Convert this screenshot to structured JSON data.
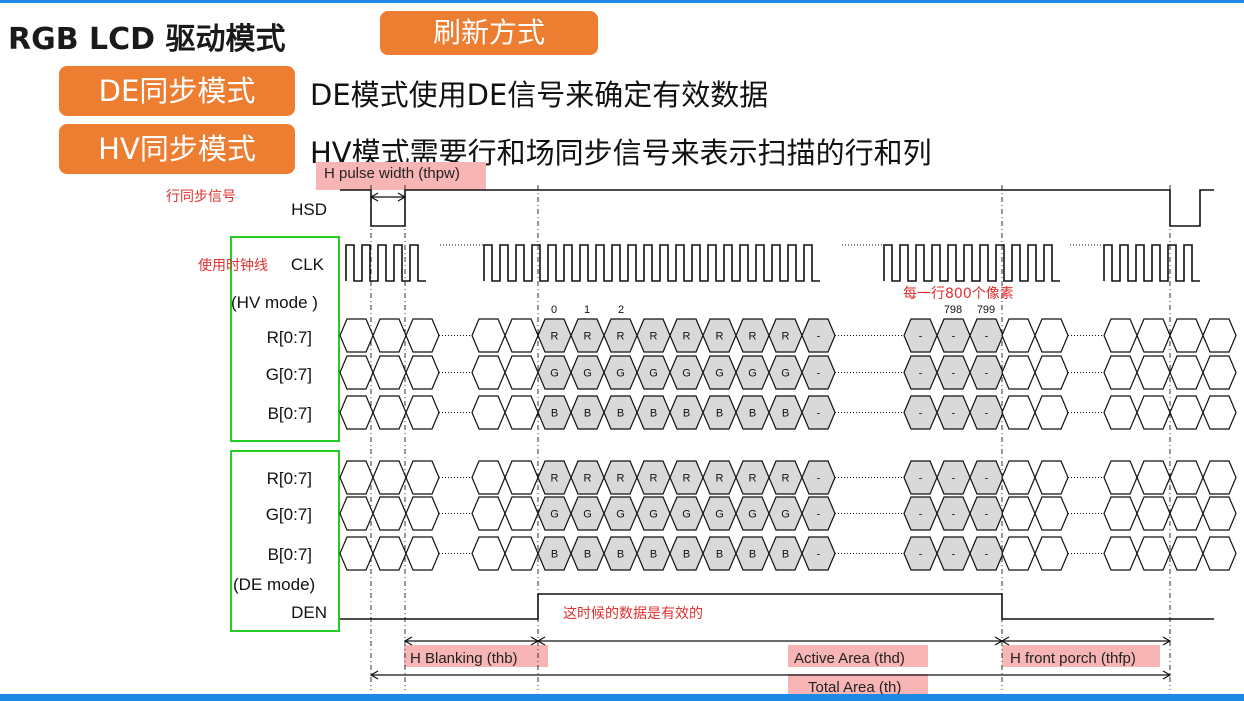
{
  "header": {
    "title": "RGB LCD 驱动模式",
    "refresh_label": "刷新方式"
  },
  "modes": [
    {
      "label": "DE同步模式",
      "description": "DE模式使用DE信号来确定有效数据"
    },
    {
      "label": "HV同步模式",
      "description": "HV模式需要行和场同步信号来表示扫描的行和列"
    }
  ],
  "diagram": {
    "signals": {
      "hsd": "HSD",
      "clk": "CLK",
      "hv_mode": "(HV mode )",
      "de_mode": "(DE mode)",
      "den": "DEN",
      "r": "R[0:7]",
      "g": "G[0:7]",
      "b": "B[0:7]"
    },
    "cell_letters": {
      "r": "R",
      "g": "G",
      "b": "B",
      "dash": "-"
    },
    "pixel_numbers": {
      "first": [
        "0",
        "1",
        "2"
      ],
      "last": [
        "798",
        "799"
      ]
    },
    "annotations": {
      "hsync_note": "行同步信号",
      "clk_note": "使用时钟线",
      "pixels_per_line": "每一行800个像素",
      "den_note": "这时候的数据是有效的"
    },
    "timing_labels": {
      "pulse_width": "H pulse width (thpw)",
      "blanking": "H Blanking (thb)",
      "active": "Active Area (thd)",
      "front_porch": "H front porch (thfp)",
      "total": "Total Area (th)"
    }
  },
  "colors": {
    "accent": "#ed7d31",
    "brand_bar": "#1e88e5",
    "highlight": "#f7b5b5",
    "annotation": "#e03030",
    "frame": "#22cc22",
    "active_cell": "#d9d9d9"
  }
}
